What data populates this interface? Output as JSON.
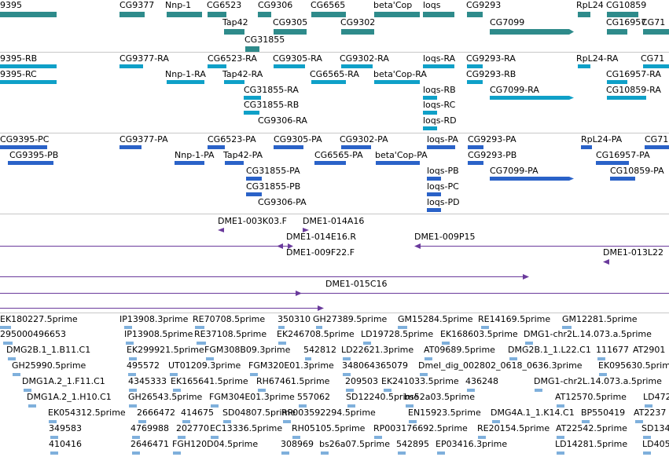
{
  "colors": {
    "gene": "#2e8b8b",
    "transcript": "#0fa0c8",
    "protein": "#2a62c8",
    "clone": "#6a3a9c",
    "est": "#7fb0dc",
    "divider": "#c8c8c8"
  },
  "tracks": {
    "genes": {
      "labels": [
        "9395",
        "CG9377",
        "Nnp-1",
        "CG6523",
        "CG9306",
        "CG6565",
        "beta'Cop",
        "loqs",
        "CG9293",
        "RpL24",
        "CG10859",
        "Tap42",
        "CG9305",
        "CG9302",
        "CG7099",
        "CG16957",
        "CG71",
        "CG31855"
      ]
    },
    "transcripts": {
      "labels": [
        "9395-RB",
        "9395-RC",
        "CG9377-RA",
        "CG6523-RA",
        "CG9305-RA",
        "CG9302-RA",
        "loqs-RA",
        "CG9293-RA",
        "RpL24-RA",
        "CG71",
        "Nnp-1-RA",
        "Tap42-RA",
        "CG6565-RA",
        "beta'Cop-RA",
        "CG9293-RB",
        "CG16957-RA",
        "CG31855-RA",
        "loqs-RB",
        "CG7099-RA",
        "CG10859-RA",
        "CG31855-RB",
        "loqs-RC",
        "CG9306-RA",
        "loqs-RD"
      ]
    },
    "proteins": {
      "labels": [
        "CG9395-PC",
        "CG9377-PA",
        "CG6523-PA",
        "CG9305-PA",
        "CG9302-PA",
        "loqs-PA",
        "CG9293-PA",
        "RpL24-PA",
        "CG71",
        "CG9395-PB",
        "Nnp-1-PA",
        "Tap42-PA",
        "CG6565-PA",
        "beta'Cop-PA",
        "CG9293-PB",
        "CG16957-PA",
        "CG31855-PA",
        "loqs-PB",
        "CG7099-PA",
        "CG10859-PA",
        "CG31855-PB",
        "loqs-PC",
        "CG9306-PA",
        "loqs-PD"
      ]
    },
    "clones": {
      "labels": [
        "DME1-003K03.F",
        "DME1-014A16",
        "DME1-014E16.R",
        "DME1-009P15",
        "DME1-009F22.F",
        "DME1-013L22",
        "DME1-015C16"
      ]
    },
    "ests": {
      "labels": [
        "EK180227.5prime",
        "IP13908.3prime",
        "RE70708.5prime",
        "350310",
        "GH27389.5prime",
        "GM15284.5prime",
        "RE14169.5prime",
        "GM12281.5prime",
        "295000496653",
        "IP13908.5prime",
        "RE37108.5prime",
        "EK246708.5prime",
        "LD19728.5prime",
        "EK168603.5prime",
        "DMG1-chr2L.14.073.a.5prime",
        "DMG2B.1_1.B11.C1",
        "EK299921.5prime",
        "FGM308B09.3prime",
        "542812",
        "LD22621.3prime",
        "AT09689.5prime",
        "DMG2B.1_1.L22.C1",
        "111677",
        "AT2901",
        "GH25990.5prime",
        "495572",
        "UT01209.3prime",
        "FGM320E01.3prime",
        "348064365079",
        "Dmel_dig_002802_0618_0636.3prime",
        "EK095630.5prime",
        "DMG1A.2_1.F11.C1",
        "4345333",
        "EK165641.5prime",
        "RH67461.5prime",
        "209503",
        "EK241033.5prime",
        "436248",
        "DMG1-chr2L.14.073.a.5prime",
        "DMG1A.2_1.H10.C1",
        "GH26543.5prime",
        "FGM304E01.3prime",
        "557062",
        "SD12240.5prime",
        "bs52a03.5prime",
        "AT12570.5prime",
        "LD472",
        "EK054312.5prime",
        "2666472",
        "414675",
        "SD04807.5prime",
        "RP003592294.5prime",
        "EN15923.5prime",
        "DMG4A.1_1.K14.C1",
        "BP550419",
        "AT2237",
        "349583",
        "4769988",
        "202770",
        "EC13336.5prime",
        "RH05105.5prime",
        "RP003176692.5prime",
        "RE20154.5prime",
        "AT22542.5prime",
        "SD134",
        "410416",
        "2646471",
        "FGH120D04.5prime",
        "308969",
        "bs26a07.5prime",
        "542895",
        "EP03416.3prime",
        "LD14281.5prime",
        "LD405"
      ]
    }
  }
}
